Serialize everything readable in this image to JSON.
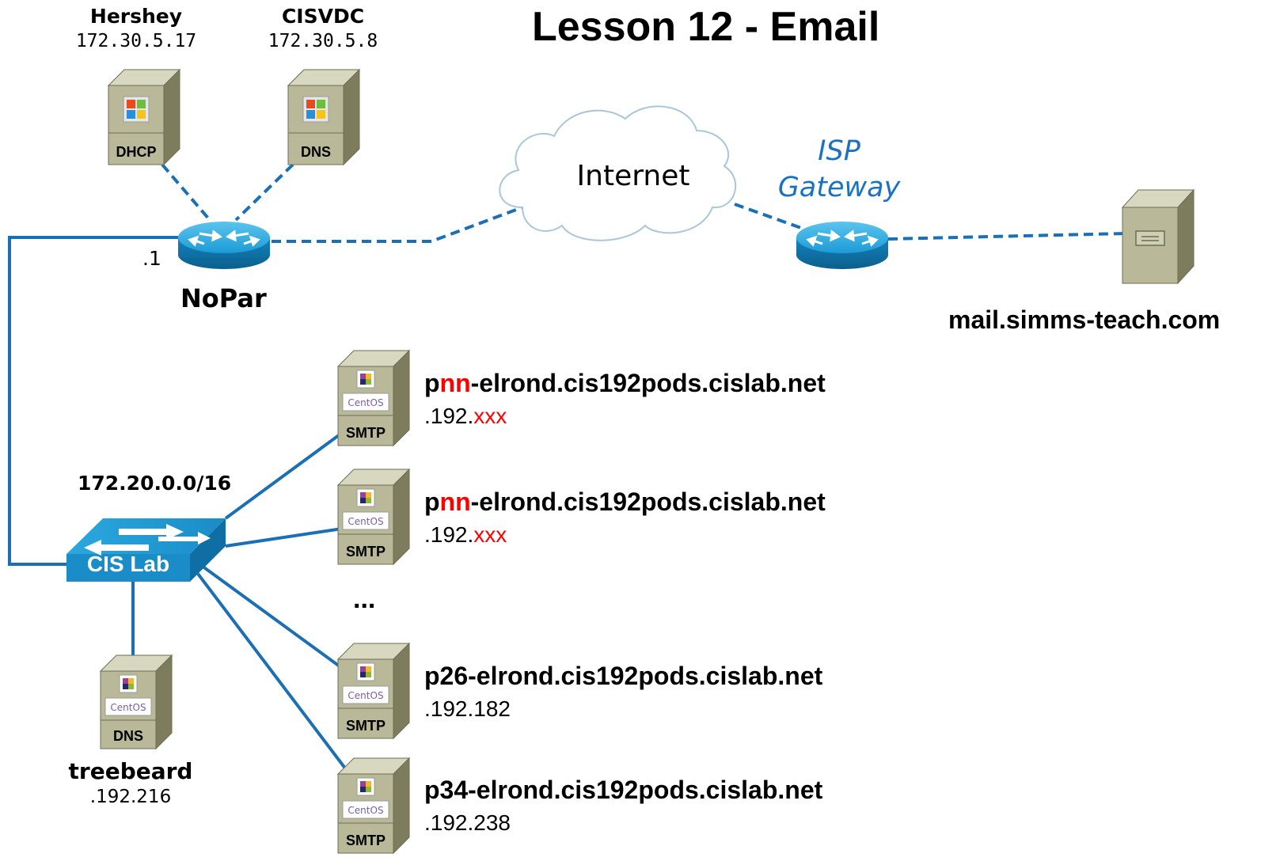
{
  "title": "Lesson 12 - Email",
  "servers": {
    "hershey": {
      "name": "Hershey",
      "ip": "172.30.5.17",
      "role": "DHCP"
    },
    "cisvdc": {
      "name": "CISVDC",
      "ip": "172.30.5.8",
      "role": "DNS"
    },
    "treebeard": {
      "name": "treebeard",
      "ip": ".192.216",
      "role": "DNS",
      "os": "CentOS"
    },
    "mail": {
      "name": "mail.simms-teach.com"
    }
  },
  "routers": {
    "nopar": {
      "name": "NoPar",
      "interface": ".1"
    },
    "isp": {
      "line1": "ISP",
      "line2": "Gateway"
    }
  },
  "cloud": {
    "label": "Internet"
  },
  "switch": {
    "label": "CIS Lab",
    "subnet": "172.20.0.0/16"
  },
  "smtp_hosts": [
    {
      "prefix": "p",
      "highlight": "nn",
      "suffix": "-elrond.cis192pods.cislab.net",
      "ip_prefix": ".192.",
      "ip_highlight": "xxx",
      "role": "SMTP",
      "os": "CentOS"
    },
    {
      "prefix": "p",
      "highlight": "nn",
      "suffix": "-elrond.cis192pods.cislab.net",
      "ip_prefix": ".192.",
      "ip_highlight": "xxx",
      "role": "SMTP",
      "os": "CentOS"
    },
    {
      "prefix": "p26",
      "highlight": "",
      "suffix": "-elrond.cis192pods.cislab.net",
      "ip_prefix": ".192.182",
      "ip_highlight": "",
      "role": "SMTP",
      "os": "CentOS"
    },
    {
      "prefix": "p34",
      "highlight": "",
      "suffix": "-elrond.cis192pods.cislab.net",
      "ip_prefix": ".192.238",
      "ip_highlight": "",
      "role": "SMTP",
      "os": "CentOS"
    }
  ],
  "ellipsis": "...",
  "colors": {
    "wire": "#1a6fb5",
    "highlight": "#ff0000",
    "tower_front": "#b9b99a",
    "tower_side": "#7d7d5e",
    "router": "#1c9bd6"
  }
}
